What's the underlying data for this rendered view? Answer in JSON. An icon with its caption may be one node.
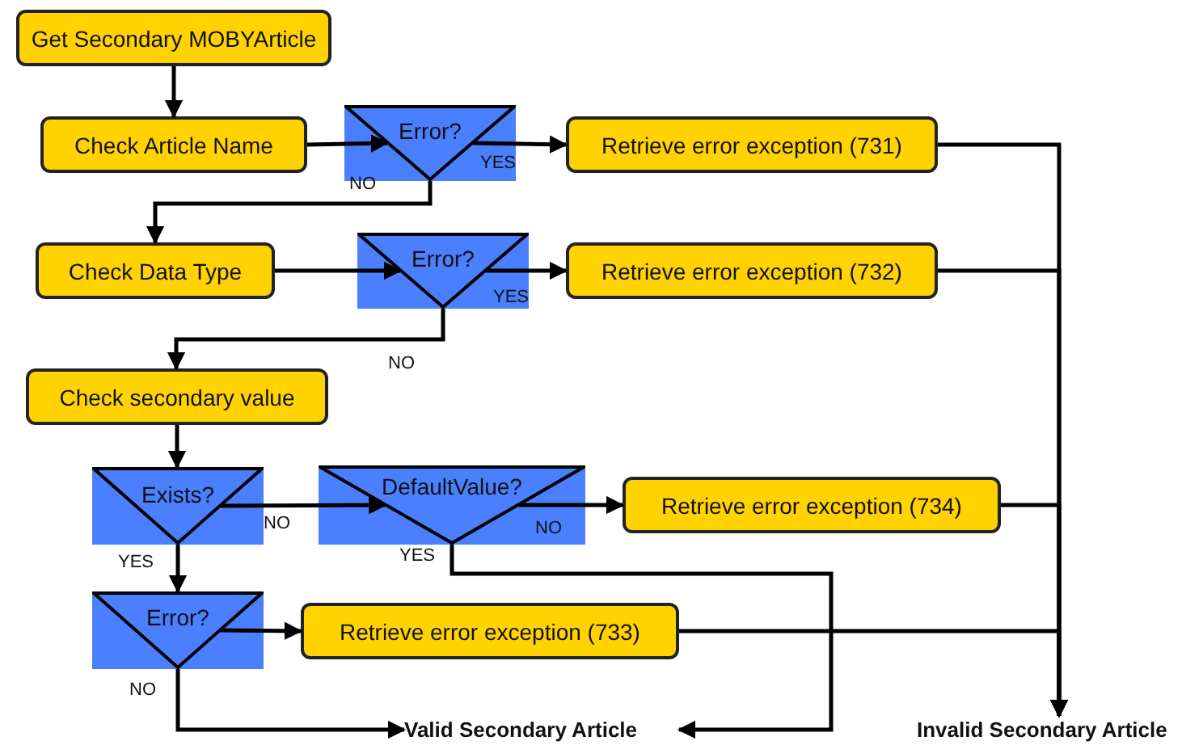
{
  "diagram": {
    "nodes": [
      {
        "text": [
          "Get Secondary MOBYArticle"
        ]
      },
      {
        "text": [
          "Check Article Name"
        ]
      },
      {
        "text": [
          "Error?"
        ]
      },
      {
        "text": [
          "Retrieve error exception (731)"
        ]
      },
      {
        "text": [
          "Check Data Type"
        ]
      },
      {
        "text": [
          "Error?"
        ]
      },
      {
        "text": [
          "Retrieve error exception (732)"
        ]
      },
      {
        "text": [
          "Check secondary value"
        ]
      },
      {
        "text": [
          "Exists?"
        ]
      },
      {
        "text": [
          "DefaultValue?"
        ]
      },
      {
        "text": [
          "Retrieve error exception (734)"
        ]
      },
      {
        "text": [
          "Error?"
        ]
      },
      {
        "text": [
          "Retrieve error exception (733)"
        ]
      },
      {
        "text": [
          "Valid Secondary Article"
        ]
      },
      {
        "text": [
          "Invalid Secondary Article"
        ]
      }
    ],
    "edges": [
      {
        "from": 0,
        "to": 1,
        "arrow": "to"
      },
      {
        "from": 1,
        "to": 2,
        "arrow": "to"
      },
      {
        "from": 2,
        "to": 3,
        "arrow": "to",
        "label": "YES"
      },
      {
        "from": 2,
        "to": 4,
        "arrow": "to",
        "label": "NO"
      },
      {
        "from": 4,
        "to": 5,
        "arrow": "to"
      },
      {
        "from": 5,
        "to": 6,
        "arrow": "to",
        "label": "YES"
      },
      {
        "from": 5,
        "to": 7,
        "arrow": "to",
        "label": "NO"
      },
      {
        "from": 7,
        "to": 8,
        "arrow": "to"
      },
      {
        "from": 8,
        "to": 9,
        "arrow": "to",
        "label": "NO"
      },
      {
        "from": 8,
        "to": 11,
        "arrow": "to",
        "label": "YES"
      },
      {
        "from": 9,
        "to": 10,
        "arrow": "to",
        "label": "NO"
      },
      {
        "from": 9,
        "to": 13,
        "arrow": "to",
        "label": "YES"
      },
      {
        "from": 11,
        "to": 12,
        "arrow": "to"
      },
      {
        "from": 11,
        "to": 13,
        "arrow": "to",
        "label": "NO"
      },
      {
        "from": 3,
        "to": 14,
        "arrow": "to"
      },
      {
        "from": 6,
        "to": 14,
        "arrow": "to"
      },
      {
        "from": 10,
        "to": 14,
        "arrow": "to"
      },
      {
        "from": 12,
        "to": 14,
        "arrow": "to"
      }
    ]
  }
}
